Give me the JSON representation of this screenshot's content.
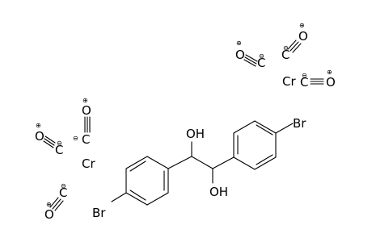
{
  "molecule": {
    "atoms": {
      "oh_top": "OH",
      "oh_bottom": "OH",
      "br_right": "Br",
      "br_left": "Br"
    }
  },
  "metals": {
    "cr_right": "Cr",
    "cr_left": "Cr"
  },
  "carbonyl": {
    "carbon": "C",
    "oxygen": "O",
    "minus": "⊖",
    "plus": "⊕"
  }
}
